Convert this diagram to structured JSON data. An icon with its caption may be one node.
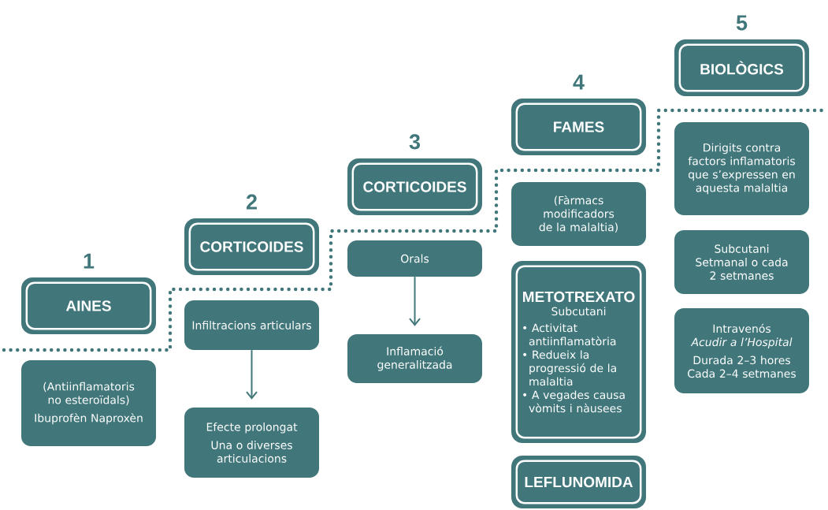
{
  "diagram": {
    "nodes": [
      {
        "text": [
          "AINES"
        ],
        "beside": [
          "1"
        ]
      },
      {
        "text": [
          "(Antiinflamatoris no esteroïdals)",
          "Ibuprofèn Naproxèn"
        ]
      },
      {
        "text": [
          "CORTICOIDES"
        ],
        "beside": [
          "2"
        ]
      },
      {
        "text": [
          "Infiltracions articulars"
        ]
      },
      {
        "text": [
          "Efecte prolongat",
          "Una o diverses articulacions"
        ]
      },
      {
        "text": [
          "CORTICOIDES"
        ],
        "beside": [
          "3"
        ]
      },
      {
        "text": [
          "Orals"
        ]
      },
      {
        "text": [
          "Inflamació generalitzada"
        ]
      },
      {
        "text": [
          "FAMES"
        ],
        "beside": [
          "4"
        ]
      },
      {
        "text": [
          "(Fàrmacs modificadors de la malaltia)"
        ]
      },
      {
        "text": [
          "METOTREXATO",
          "Subcutani",
          "• Activitat antiinflamatòria",
          "• Redueix la progressió de la malaltia",
          "• A vegades causa vòmits i nàusees"
        ]
      },
      {
        "text": [
          "LEFLUNOMIDA"
        ]
      },
      {
        "text": [
          "BIOLÒGICS"
        ],
        "beside": [
          "5"
        ]
      },
      {
        "text": [
          "Dirigits contra factors inflamatoris que s’expressen en aquesta malaltia"
        ]
      },
      {
        "text": [
          "Subcutani",
          "Setmanal o cada 2 setmanes"
        ]
      },
      {
        "text": [
          "Intravenós",
          "Acudir a l’Hospital",
          "Durada 2–3 hores",
          "Cada 2–4 setmanes"
        ]
      }
    ],
    "edges": [
      {
        "from": 3,
        "to": 4,
        "arrow": "to"
      },
      {
        "from": 6,
        "to": 7,
        "arrow": "to"
      }
    ]
  }
}
